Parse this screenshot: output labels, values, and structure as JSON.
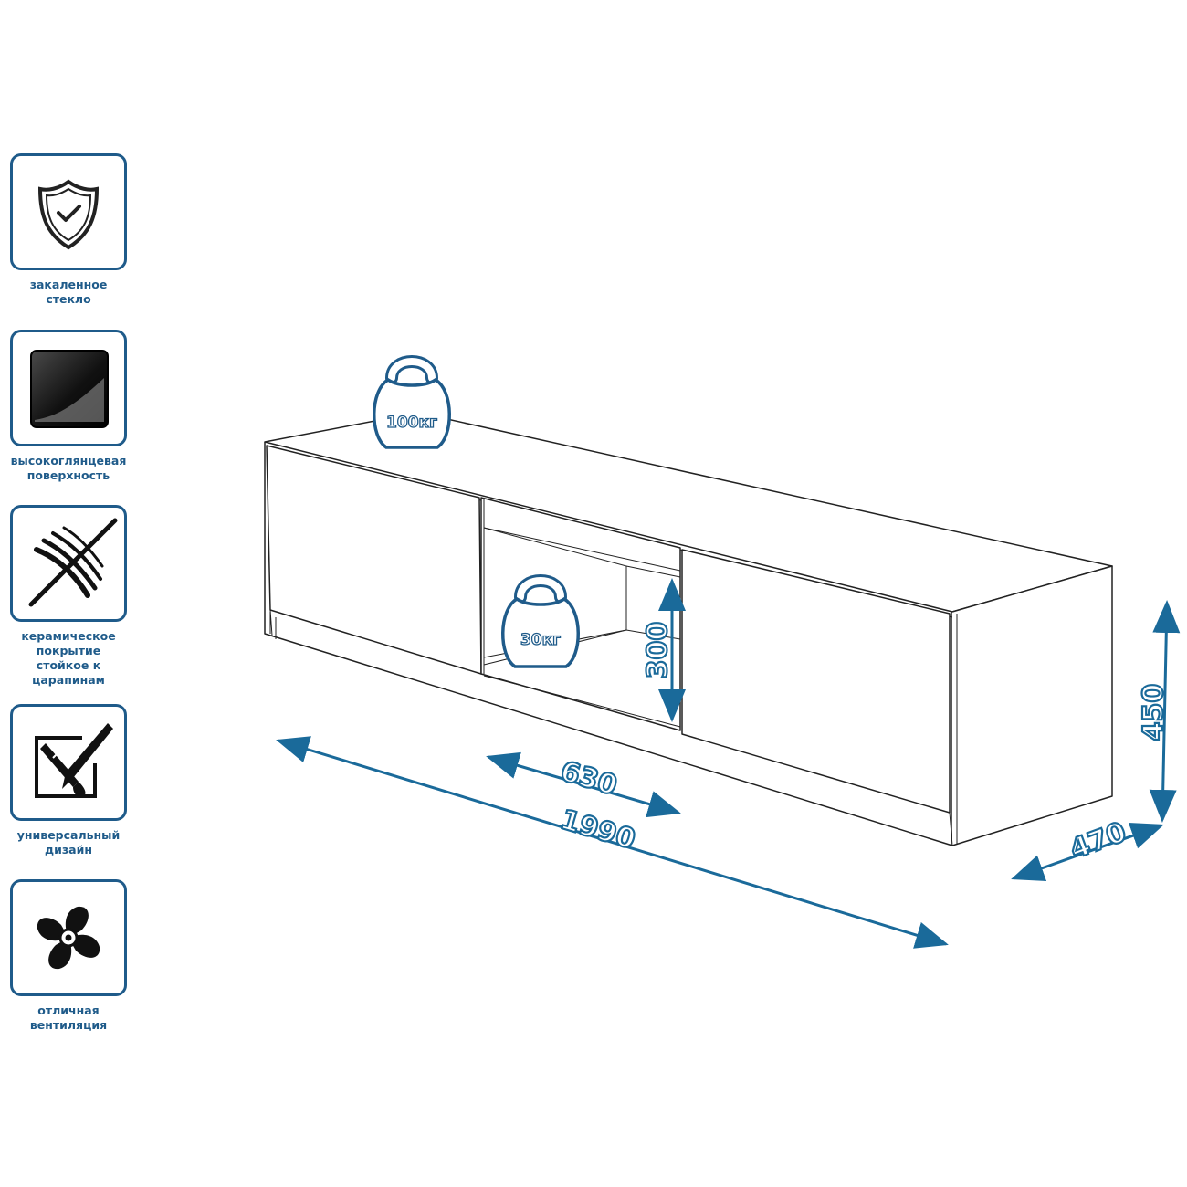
{
  "features": [
    {
      "label": "закаленное\nстекло",
      "icon": "shield-check-icon"
    },
    {
      "label": "высокоглянцевая\nповерхность",
      "icon": "glossy-square-icon"
    },
    {
      "label": "керамическое\nпокрытие\nстойкое к\nцарапинам",
      "icon": "scratch-icon"
    },
    {
      "label": "универсальный\nдизайн",
      "icon": "pencil-brush-icon"
    },
    {
      "label": "отличная\nвентиляция",
      "icon": "fan-icon"
    }
  ],
  "loads": {
    "top": "100кг",
    "shelf": "30кг"
  },
  "dimensions": {
    "total_width": "1990",
    "niche_width": "630",
    "niche_height": "300",
    "height": "450",
    "depth": "470"
  },
  "colors": {
    "accent": "#1f5b8a",
    "dimension": "#1a6a9a",
    "line": "#222222"
  }
}
